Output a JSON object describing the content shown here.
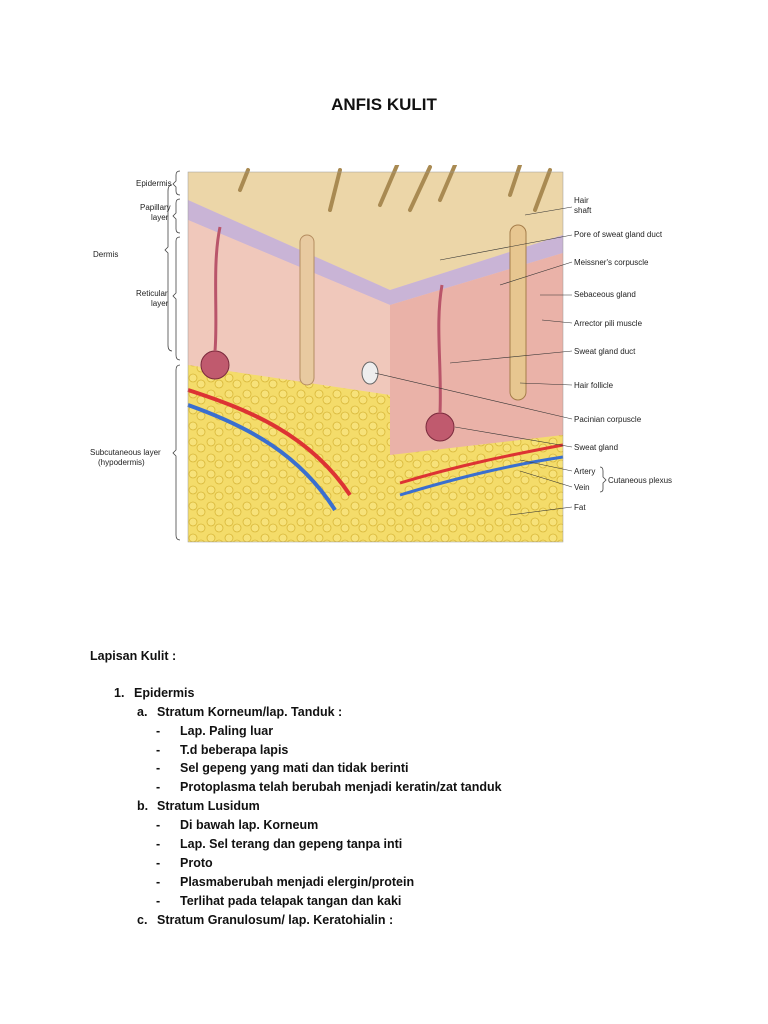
{
  "doc": {
    "title": "ANFIS KULIT"
  },
  "figure": {
    "left_labels": {
      "epidermis": "Epidermis",
      "papillary": [
        "Papillary",
        "layer"
      ],
      "dermis": "Dermis",
      "reticular": [
        "Reticular",
        "layer"
      ],
      "subcutaneous": [
        "Subcutaneous layer",
        "(hypodermis)"
      ]
    },
    "right_labels": {
      "hair_shaft": [
        "Hair",
        "shaft"
      ],
      "pore": "Pore of sweat gland duct",
      "meissner": "Meissner's corpuscle",
      "sebaceous": "Sebaceous gland",
      "arrector": "Arrector pili muscle",
      "sweat_duct": "Sweat gland duct",
      "hair_follicle": "Hair follicle",
      "pacinian": "Pacinian corpuscle",
      "sweat_gland": "Sweat gland",
      "artery": "Artery",
      "vein": "Vein",
      "plexus": "Cutaneous plexus",
      "fat": "Fat"
    }
  },
  "notes": {
    "heading": "Lapisan Kulit :",
    "items": [
      {
        "num": "1.",
        "text": "Epidermis"
      },
      {
        "num": "a.",
        "text": "Stratum Korneum/lap. Tanduk :"
      },
      {
        "num": "-",
        "text": "Lap. Paling luar"
      },
      {
        "num": "-",
        "text": "T.d beberapa lapis"
      },
      {
        "num": "-",
        "text": "Sel gepeng yang mati dan tidak berinti"
      },
      {
        "num": "-",
        "text": "Protoplasma telah berubah menjadi keratin/zat tanduk"
      },
      {
        "num": "b.",
        "text": "Stratum Lusidum"
      },
      {
        "num": "-",
        "text": "Di bawah lap. Korneum"
      },
      {
        "num": "-",
        "text": "Lap. Sel terang dan gepeng tanpa inti"
      },
      {
        "num": "-",
        "text": "Proto"
      },
      {
        "num": "-",
        "text": "Plasmaberubah menjadi elergin/protein"
      },
      {
        "num": "-",
        "text": "Terlihat pada telapak tangan dan kaki"
      },
      {
        "num": "c.",
        "text": "Stratum Granulosum/ lap. Keratohialin :"
      }
    ]
  }
}
